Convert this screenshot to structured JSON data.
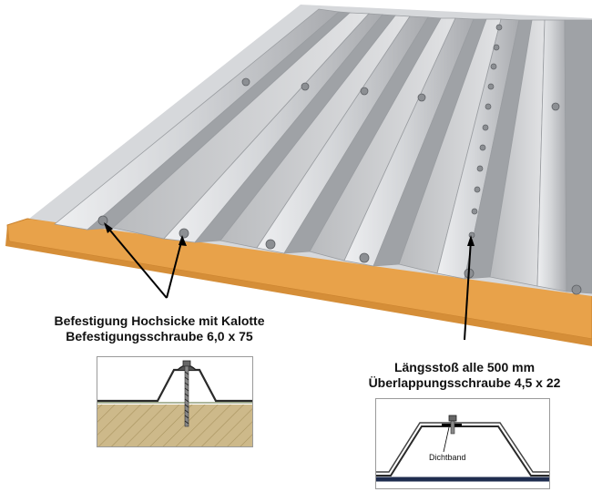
{
  "callouts": {
    "left_line1": "Befestigung Hochsicke mit Kalotte",
    "left_line2": "Befestigungsschraube 6,0 x 75",
    "right_line1": "Längsstoß alle 500 mm",
    "right_line2": "Überlappungsschraube 4,5 x 22"
  },
  "detail_right": {
    "seal_label": "Dichtband"
  },
  "colors": {
    "sheet_light": "#d9dadc",
    "sheet_dark": "#a9abaf",
    "insulation": "#e8a24a",
    "insulation_dark": "#c9822e",
    "wood": "#cdb98a",
    "liner_blue": "#1f2d4f"
  }
}
